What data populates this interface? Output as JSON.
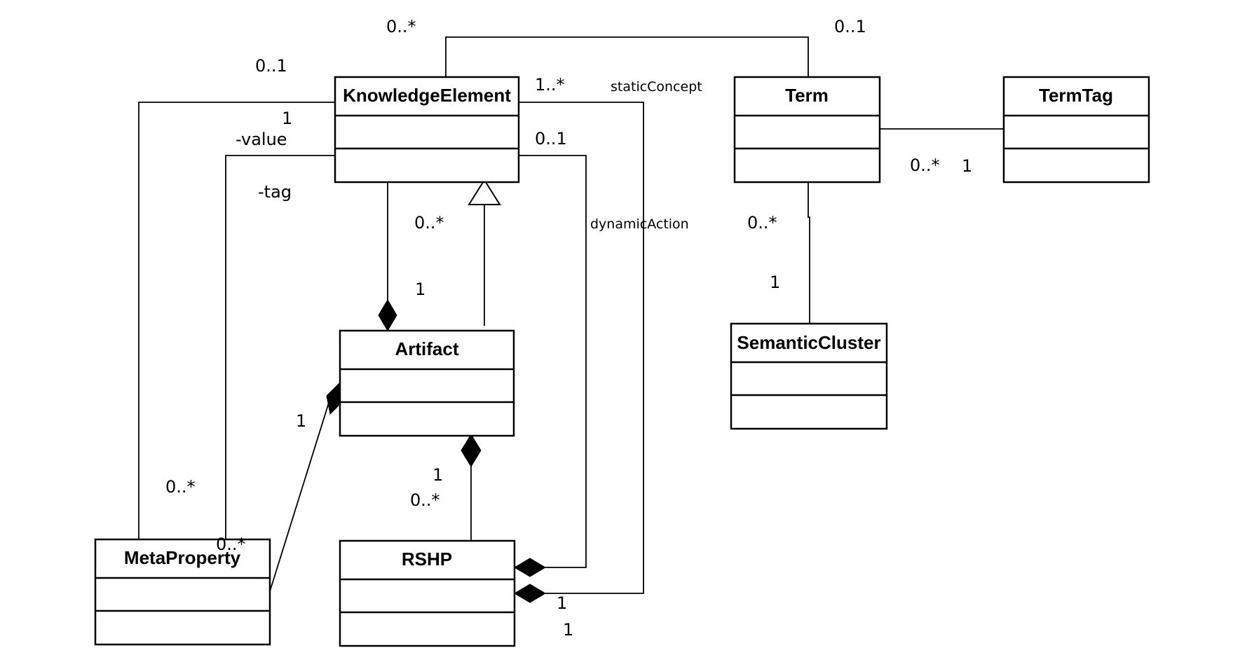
{
  "classes": {
    "knowledge_element": "KnowledgeElement",
    "term": "Term",
    "term_tag": "TermTag",
    "artifact": "Artifact",
    "semantic_cluster": "SemanticCluster",
    "meta_property": "MetaProperty",
    "rshp": "RSHP"
  },
  "labels": {
    "term_ke_many": "0..*",
    "term_ke_one": "0..1",
    "ke_meta_left": "0..1",
    "ke_meta_right": "1",
    "value_role": "-value",
    "tag_role": "-tag",
    "static_concept_mult": "1..*",
    "static_concept_role": "staticConcept",
    "dynamic_action_mult": "0..1",
    "dynamic_action_role": "dynamicAction",
    "ke_artifact_many": "0..*",
    "ke_artifact_one": "1",
    "term_termtag_many": "0..*",
    "term_termtag_one": "1",
    "term_cluster_many": "0..*",
    "term_cluster_one": "1",
    "artifact_meta_one": "1",
    "meta_value_many": "0..*",
    "meta_tag_many": "0..*",
    "artifact_rshp_one": "1",
    "artifact_rshp_many": "0..*",
    "rshp_dynamic_one": "1",
    "rshp_static_one": "1"
  }
}
